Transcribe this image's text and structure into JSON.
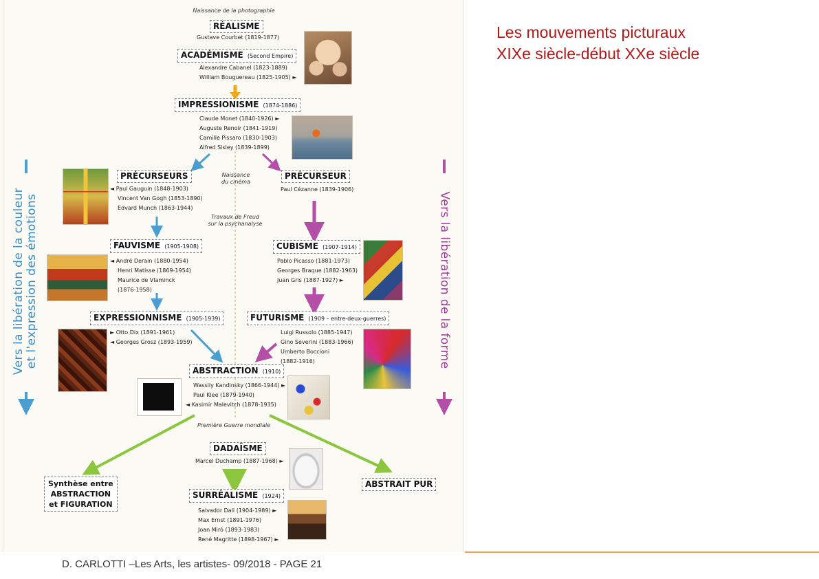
{
  "slide_title": {
    "line1": "Les mouvements picturaux",
    "line2": "XIXe siècle-début XXe siècle"
  },
  "footer": "D. CARLOTTI –Les Arts, les artistes- 09/2018 - PAGE 21",
  "diagram": {
    "notes": {
      "photo": "Naissance de la photographie",
      "cinema_1": "Naissance",
      "cinema_2": "du cinéma",
      "freud_1": "Travaux de Freud",
      "freud_2": "sur la psychanalyse",
      "war": "Première Guerre mondiale"
    },
    "side_left": {
      "line1": "Vers la libération de la couleur",
      "line2": "et l'expression des émotions"
    },
    "side_right": "Vers la libération de la forme",
    "colors": {
      "left_blue": "#4a9ed0",
      "right_purple": "#b44fa8",
      "green": "#8cc63f",
      "orange": "#f0a818",
      "red_arrow": "#c82020"
    },
    "realisme": {
      "label": "RÉALISME",
      "artists": [
        "Gustave Courbet (1819-1877)"
      ]
    },
    "academisme": {
      "label": "ACADÉMISME",
      "date": "(Second Empire)",
      "artists": [
        "Alexandre Cabanel (1823-1889)",
        "William Bouguereau (1825-1905)"
      ]
    },
    "impressionnisme": {
      "label": "IMPRESSIONISME",
      "date": "(1874-1886)",
      "artists": [
        "Claude Monet (1840-1926)",
        "Auguste Renoir (1841-1919)",
        "Camille Pissaro (1830-1903)",
        "Alfred Sisley (1839-1899)"
      ]
    },
    "precurseurs": {
      "label": "PRÉCURSEURS",
      "artists": [
        "Paul Gauguin (1848-1903)",
        "Vincent Van Gogh (1853-1890)",
        "Edvard Munch (1863-1944)"
      ]
    },
    "precurseur": {
      "label": "PRÉCURSEUR",
      "artists": [
        "Paul Cézanne (1839-1906)"
      ]
    },
    "fauvisme": {
      "label": "FAUVISME",
      "date": "(1905-1908)",
      "artists": [
        "André Derain (1880-1954)",
        "Henri Matisse (1869-1954)",
        "Maurice de Vlaminck",
        "(1876-1958)"
      ]
    },
    "cubisme": {
      "label": "CUBISME",
      "date": "(1907-1914)",
      "artists": [
        "Pablo Picasso (1881-1973)",
        "Georges Braque (1882-1963)",
        "Juan Gris (1887-1927)"
      ]
    },
    "expressionnisme": {
      "label": "EXPRESSIONNISME",
      "date": "(1905-1939)",
      "artists": [
        "Otto Dix (1891-1961)",
        "Georges Grosz (1893-1959)"
      ]
    },
    "futurisme": {
      "label": "FUTURISME",
      "date": "(1909 – entre-deux-guerres)",
      "artists": [
        "Luigi Russolo (1885-1947)",
        "Gino Severini (1883-1966)",
        "Umberto Boccioni",
        "(1882-1916)"
      ]
    },
    "abstraction": {
      "label": "ABSTRACTION",
      "date": "(1910)",
      "artists": [
        "Wassily Kandinsky (1866-1944)",
        "Paul Klee (1879-1940)",
        "Kasimir Malevitch (1878-1935)"
      ]
    },
    "dadaisme": {
      "label": "DADAÏSME",
      "artists": [
        "Marcel Duchamp (1887-1968)"
      ]
    },
    "surrealisme": {
      "label": "SURRÉALISME",
      "date": "(1924)",
      "artists": [
        "Salvador Dali (1904-1989)",
        "Max Ernst (1891-1976)",
        "Joan Miró (1893-1983)",
        "René Magritte (1898-1967)"
      ]
    },
    "synthese": {
      "line1": "Synthèse entre",
      "line2": "ABSTRACTION",
      "line3": "et FIGURATION"
    },
    "abstrait_pur": {
      "label": "ABSTRAIT PUR"
    },
    "marker": "►",
    "marker_left": "◄"
  }
}
